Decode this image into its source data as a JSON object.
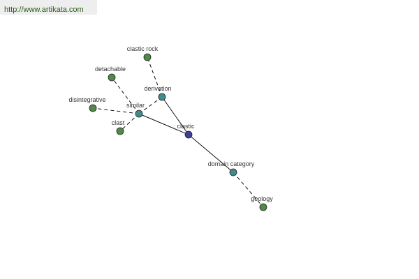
{
  "banner": {
    "url": "http://www.artikata.com"
  },
  "colors": {
    "center": "#3f3f99",
    "primary": "#3f8c8c",
    "leaf": "#4f8a46",
    "url_text": "#2c5a16"
  },
  "graph": {
    "nodes": [
      {
        "id": "clastic",
        "label": "clastic",
        "kind": "center"
      },
      {
        "id": "similar",
        "label": "similar",
        "kind": "primary"
      },
      {
        "id": "derivation",
        "label": "derivation",
        "kind": "primary"
      },
      {
        "id": "domain-category",
        "label": "domain category",
        "kind": "primary"
      },
      {
        "id": "clastic-rock",
        "label": "clastic rock",
        "kind": "leaf"
      },
      {
        "id": "detachable",
        "label": "detachable",
        "kind": "leaf"
      },
      {
        "id": "disintegrative",
        "label": "disintegrative",
        "kind": "leaf"
      },
      {
        "id": "clast",
        "label": "clast",
        "kind": "leaf"
      },
      {
        "id": "geology",
        "label": "geology",
        "kind": "leaf"
      }
    ],
    "edges": [
      {
        "from": "clastic",
        "to": "similar",
        "style": "solid"
      },
      {
        "from": "clastic",
        "to": "derivation",
        "style": "solid"
      },
      {
        "from": "clastic",
        "to": "domain-category",
        "style": "solid"
      },
      {
        "from": "similar",
        "to": "detachable",
        "style": "dashed"
      },
      {
        "from": "similar",
        "to": "disintegrative",
        "style": "dashed"
      },
      {
        "from": "similar",
        "to": "clast",
        "style": "dashed"
      },
      {
        "from": "similar",
        "to": "derivation",
        "style": "dashed"
      },
      {
        "from": "derivation",
        "to": "clastic-rock",
        "style": "dashed"
      },
      {
        "from": "domain-category",
        "to": "geology",
        "style": "dashed"
      }
    ]
  }
}
